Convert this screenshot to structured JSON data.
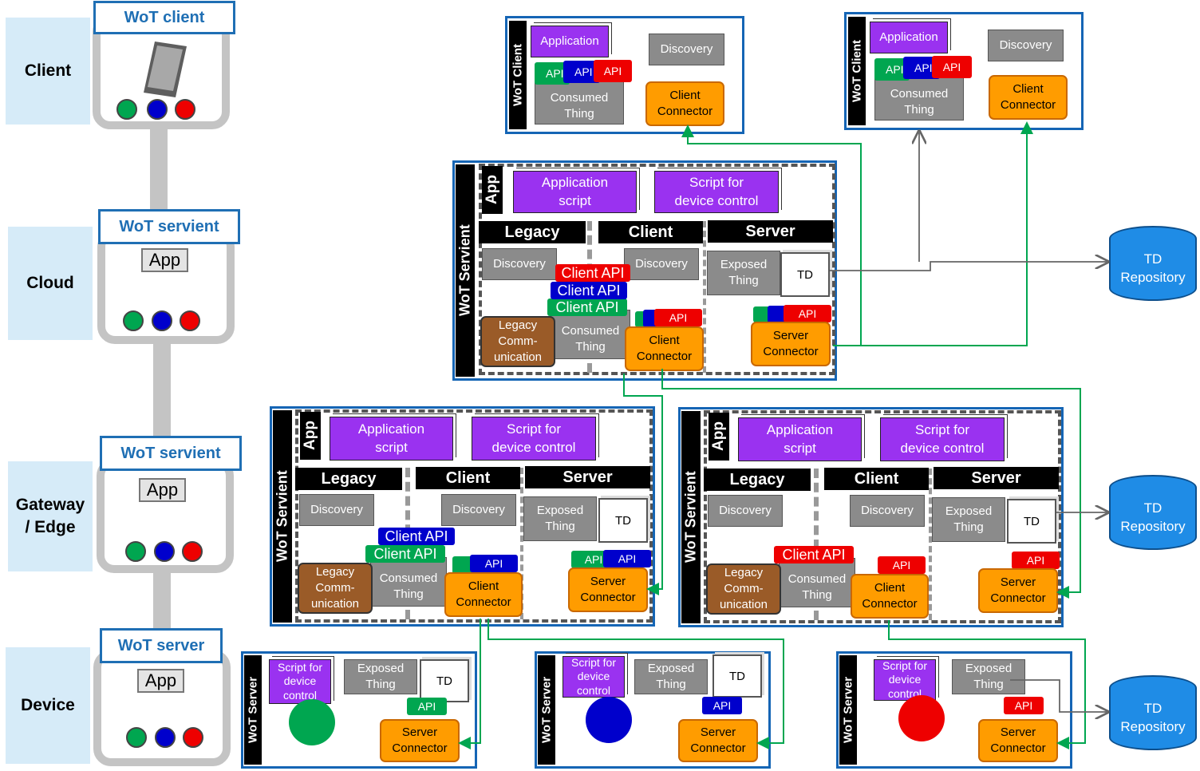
{
  "tiers": {
    "client": "Client",
    "cloud": "Cloud",
    "gateway_line1": "Gateway",
    "gateway_line2": "/ Edge",
    "device": "Device"
  },
  "devices": {
    "client_label": "WoT client",
    "cloud_label": "WoT servient",
    "gateway_label": "WoT servient",
    "device_label": "WoT server",
    "app_button": "App"
  },
  "vertical_labels": {
    "wot_client": "WoT Client",
    "wot_servient": "WoT Servient",
    "wot_server": "WoT Server",
    "app": "App"
  },
  "blocks": {
    "application": "Application",
    "discovery": "Discovery",
    "consumed_line1": "Consumed",
    "consumed_line2": "Thing",
    "exposed_line1": "Exposed",
    "exposed_line2": "Thing",
    "client_conn_line1": "Client",
    "client_conn_line2": "Connector",
    "server_conn_line1": "Server",
    "server_conn_line2": "Connector",
    "app_script_line1": "Application",
    "app_script_line2": "script",
    "script_line1": "Script for",
    "script_line2": "device control",
    "script_small_line1": "Script for",
    "script_small_line2": "device",
    "script_small_line3": "control",
    "legacy_comm_line1": "Legacy",
    "legacy_comm_line2": "Comm-",
    "legacy_comm_line3": "unication",
    "td": "TD",
    "api": "API",
    "client_api": "Client API",
    "header_legacy": "Legacy",
    "header_client": "Client",
    "header_server": "Server"
  },
  "repository": {
    "line1": "TD",
    "line2": "Repository"
  },
  "colors": {
    "accent_blue": "#1f6fb4",
    "purple": "#9a32f0",
    "orange": "#ff9c00",
    "green_line": "#00a650",
    "red": "#ee0000",
    "blue": "#0000cc"
  }
}
